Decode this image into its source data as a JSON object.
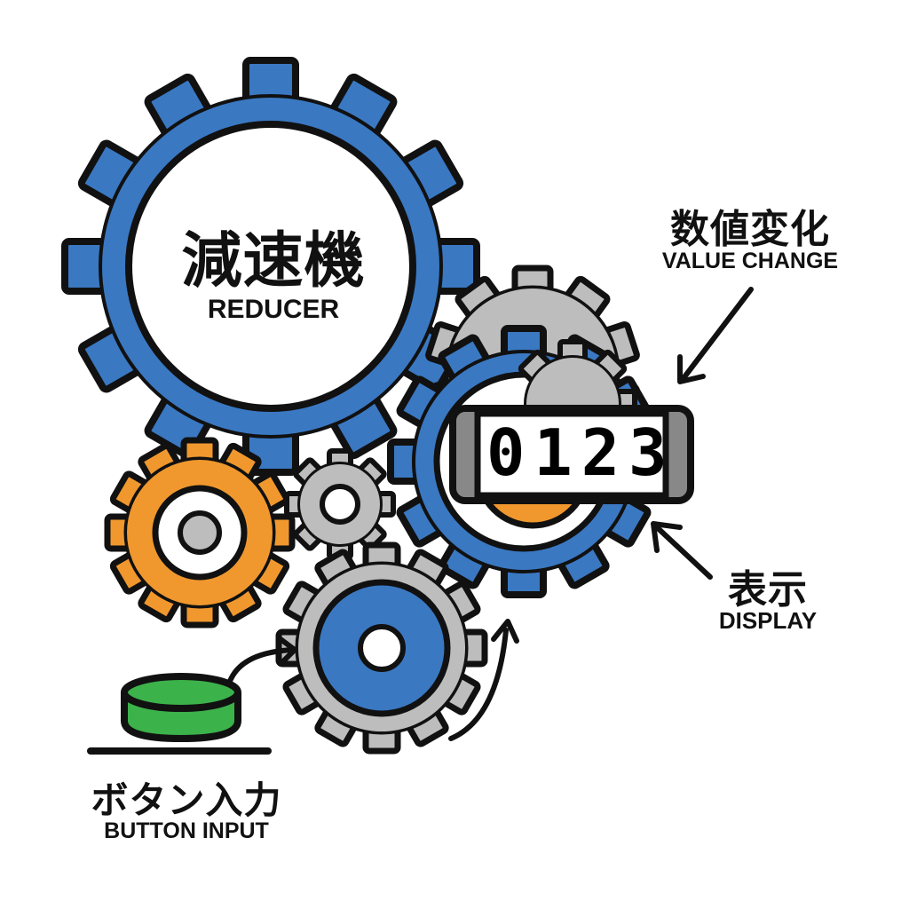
{
  "reducer": {
    "jp": "減速機",
    "en": "REDUCER"
  },
  "value_change": {
    "jp": "数値変化",
    "en": "VALUE CHANGE"
  },
  "display": {
    "jp": "表示",
    "en": "DISPLAY",
    "digits": "0123"
  },
  "button_input": {
    "jp": "ボタン入力",
    "en": "BUTTON INPUT"
  },
  "colors": {
    "blue": "#3a78c2",
    "orange": "#f0982e",
    "gray": "#bdbdbd",
    "green": "#3cb24a",
    "outline": "#111111"
  }
}
